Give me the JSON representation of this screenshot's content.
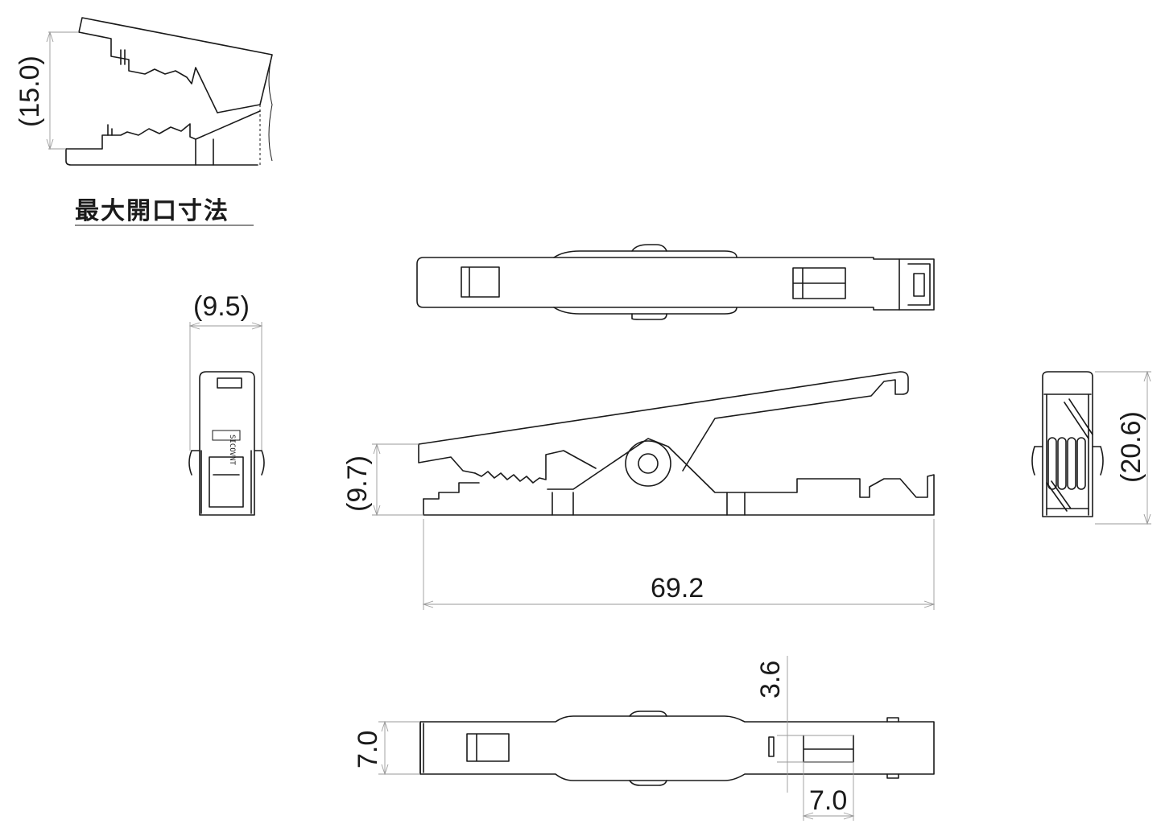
{
  "title": "最大開口寸法",
  "dimensions": {
    "max_opening": "(15.0)",
    "end_width": "(9.5)",
    "side_height": "(9.7)",
    "overall_length": "69.2",
    "end_height": "(20.6)",
    "thickness": "7.0",
    "head_offset": "3.6",
    "head_length": "7.0"
  },
  "markings": {
    "brand_stamp": "SICOVNT"
  },
  "colors": {
    "line": "#1a1a1a",
    "dimension_line": "#9a9a9a",
    "background": "#ffffff"
  }
}
